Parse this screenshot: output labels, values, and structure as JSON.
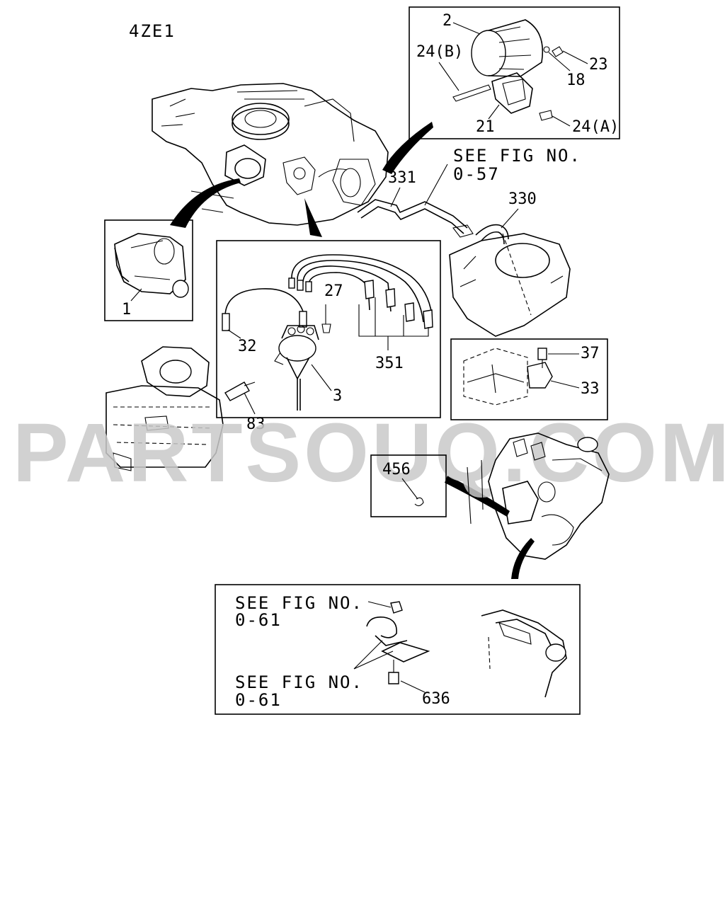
{
  "engine_code": "4ZE1",
  "watermark": "PARTSOUQ.COM",
  "callouts": {
    "c2": "2",
    "c24b": "24(B)",
    "c23": "23",
    "c18": "18",
    "c21": "21",
    "c24a": "24(A)",
    "c1": "1",
    "c27": "27",
    "c32": "32",
    "c351": "351",
    "c3": "3",
    "c331": "331",
    "c330": "330",
    "c37": "37",
    "c33": "33",
    "c83": "83",
    "c456": "456",
    "c636": "636"
  },
  "references": {
    "fig057_line1": "SEE FIG NO.",
    "fig057_line2": "0-57",
    "fig061a_line1": "SEE FIG NO.",
    "fig061a_line2": "0-61",
    "fig061b_line1": "SEE FIG NO.",
    "fig061b_line2": "0-61"
  }
}
